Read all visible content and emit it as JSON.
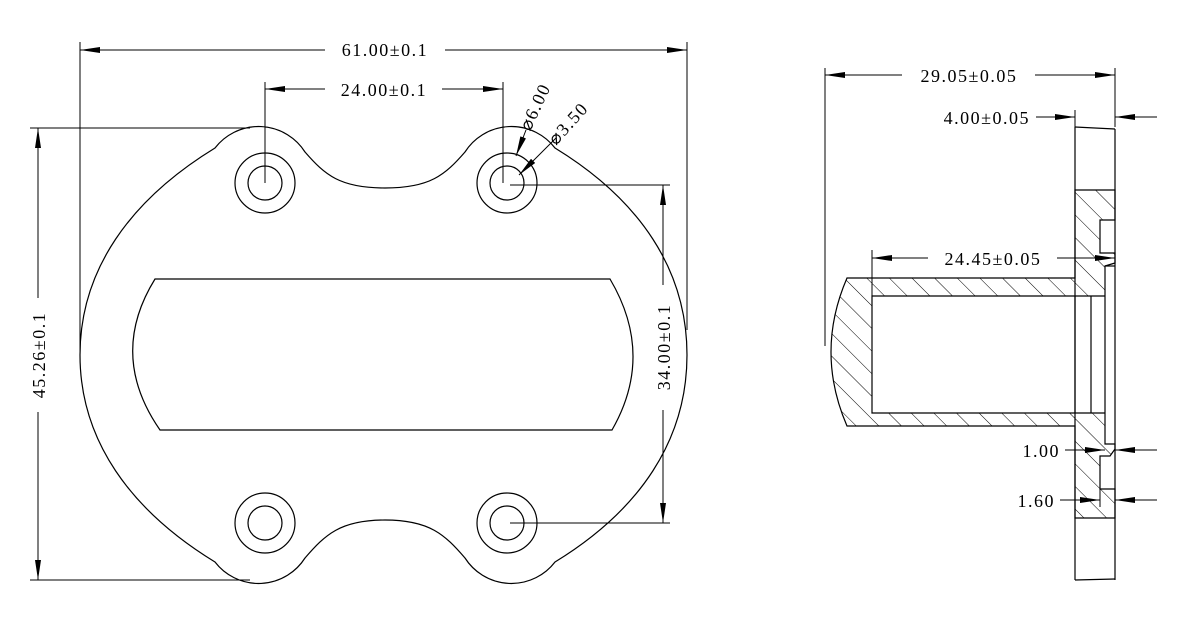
{
  "drawing": {
    "line_color": "#000000",
    "background": "#ffffff"
  },
  "front_view": {
    "dim_overall_width": "61.00±0.1",
    "dim_hole_spacing_x": "24.00±0.1",
    "dim_overall_height": "45.26±0.1",
    "dim_hole_spacing_y": "34.00±0.1",
    "dim_outer_diameter": "⌀6.00",
    "dim_inner_diameter": "⌀3.50"
  },
  "side_view": {
    "dim_overall_length": "29.05±0.05",
    "dim_flange_thickness": "4.00±0.05",
    "dim_bore_depth": "24.45±0.05",
    "dim_step_1": "1.00",
    "dim_step_2": "1.60"
  }
}
